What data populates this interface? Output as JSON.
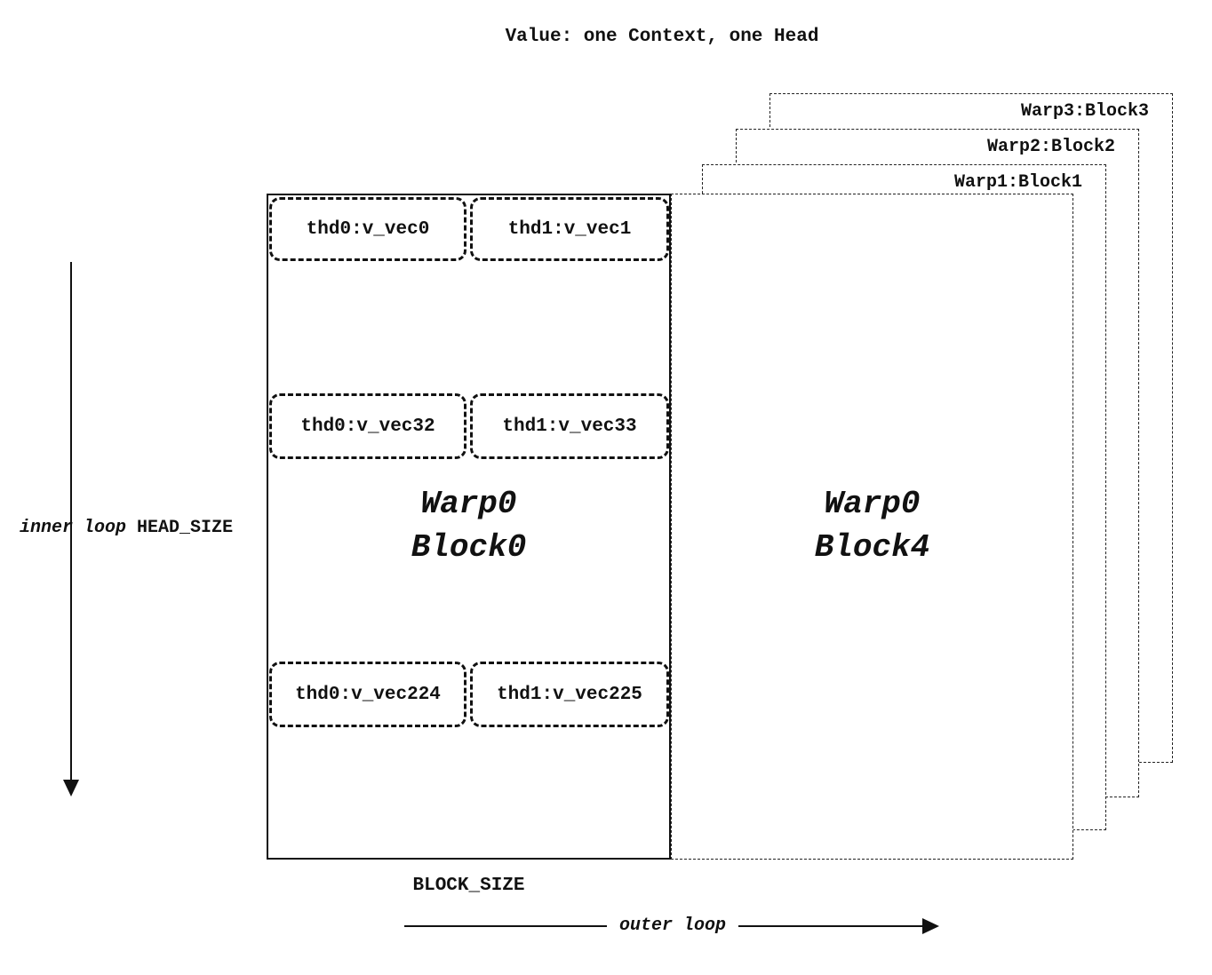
{
  "title": "Value: one Context, one Head",
  "back_blocks": [
    {
      "label": "Warp3:Block3"
    },
    {
      "label": "Warp2:Block2"
    },
    {
      "label": "Warp1:Block1"
    }
  ],
  "front_block": {
    "line1": "Warp0",
    "line2": "Block4"
  },
  "main_block": {
    "line1": "Warp0",
    "line2": "Block0"
  },
  "thread_rows": [
    {
      "left": "thd0:v_vec0",
      "right": "thd1:v_vec1"
    },
    {
      "left": "thd0:v_vec32",
      "right": "thd1:v_vec33"
    },
    {
      "left": "thd0:v_vec224",
      "right": "thd1:v_vec225"
    }
  ],
  "annotations": {
    "inner_loop": "inner loop",
    "head_size": "HEAD_SIZE",
    "block_size": "BLOCK_SIZE",
    "outer_loop": "outer loop"
  },
  "colors": {
    "ink": "#111111",
    "background": "#ffffff"
  }
}
